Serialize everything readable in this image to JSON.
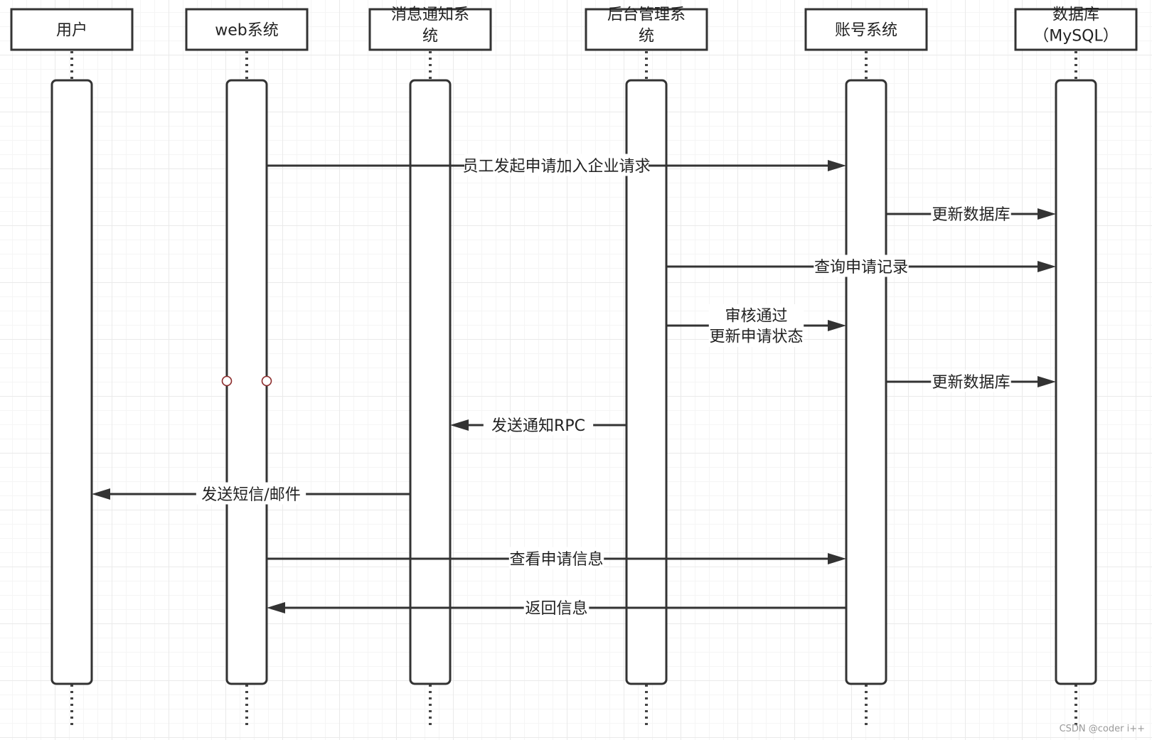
{
  "actors": [
    {
      "id": "user",
      "lines": [
        "用户"
      ]
    },
    {
      "id": "web",
      "lines": [
        "web系统"
      ]
    },
    {
      "id": "notify",
      "lines": [
        "消息通知系",
        "统"
      ]
    },
    {
      "id": "admin",
      "lines": [
        "后台管理系",
        "统"
      ]
    },
    {
      "id": "account",
      "lines": [
        "账号系统"
      ]
    },
    {
      "id": "db",
      "lines": [
        "数据库",
        "（MySQL）"
      ]
    }
  ],
  "messages": [
    {
      "from": "web",
      "to": "account",
      "lines": [
        "员工发起申请加入企业请求"
      ]
    },
    {
      "from": "account",
      "to": "db",
      "lines": [
        "更新数据库"
      ]
    },
    {
      "from": "admin",
      "to": "db",
      "lines": [
        "查询申请记录"
      ]
    },
    {
      "from": "admin",
      "to": "account",
      "lines": [
        "审核通过",
        "更新申请状态"
      ]
    },
    {
      "from": "account",
      "to": "db",
      "lines": [
        "更新数据库"
      ]
    },
    {
      "from": "admin",
      "to": "notify",
      "lines": [
        "发送通知RPC"
      ]
    },
    {
      "from": "notify",
      "to": "user",
      "lines": [
        "发送短信/邮件"
      ]
    },
    {
      "from": "web",
      "to": "account",
      "lines": [
        "查看申请信息"
      ]
    },
    {
      "from": "account",
      "to": "web",
      "lines": [
        "返回信息"
      ]
    }
  ],
  "watermark": "CSDN @coder i++"
}
